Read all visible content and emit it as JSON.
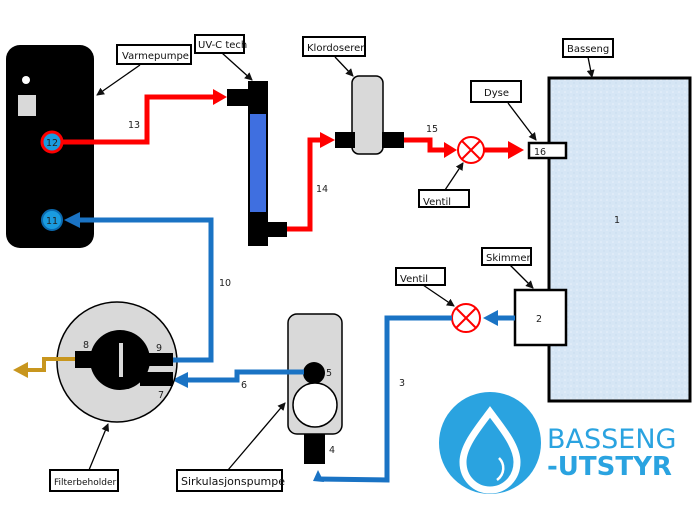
{
  "diagram": {
    "title": "Pool circulation system",
    "components": {
      "varmepumpe": {
        "label": "Varmepumpe",
        "ports": {
          "out": "12",
          "in": "11"
        }
      },
      "uvc": {
        "label": "UV-C tech"
      },
      "klordoserer": {
        "label": "Klordoserer"
      },
      "basseng": {
        "label": "Basseng",
        "number": "1"
      },
      "dyse": {
        "label": "Dyse",
        "number": "16"
      },
      "skimmer": {
        "label": "Skimmer",
        "number": "2"
      },
      "ventil_top": {
        "label": "Ventil"
      },
      "ventil_bottom": {
        "label": "Ventil"
      },
      "filterbeholder": {
        "label": "Filterbeholder",
        "ports": {
          "p8": "8",
          "p9": "9",
          "p7": "7"
        }
      },
      "sirkulasjonspumpe": {
        "label": "Sirkulasjonspumpe",
        "ports": {
          "p5": "5",
          "p4": "4"
        }
      }
    },
    "pipe_numbers": {
      "p3": "3",
      "p6": "6",
      "p10": "10",
      "p13": "13",
      "p14": "14",
      "p15": "15"
    },
    "colors": {
      "hot_pipe": "#ff0000",
      "cold_pipe": "#1a73c4",
      "waste_pipe": "#c8961e",
      "uv_tube": "#3f6fe0",
      "pool_fill": "#d6e6f5",
      "housing_gray": "#d9d9d9",
      "logo_blue": "#2aa3e0"
    }
  },
  "logo": {
    "line1": "BASSENG",
    "line2": "-UTSTYR"
  }
}
